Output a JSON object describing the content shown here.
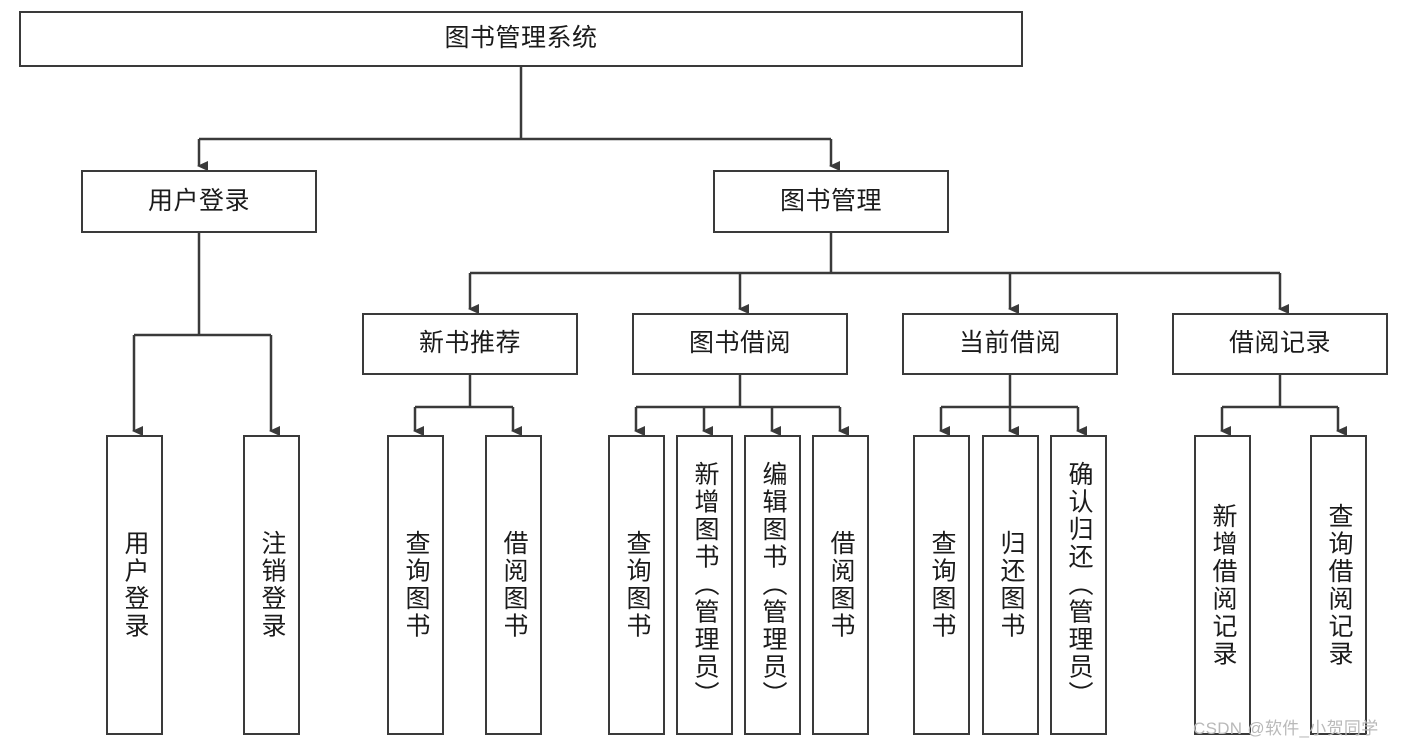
{
  "diagram": {
    "title": "图书管理系统",
    "type": "hierarchy-tree",
    "watermark": "CSDN @软件_小贺同学",
    "colors": {
      "box_border": "#3a3a3a",
      "box_fill": "#ffffff",
      "connector": "#3a3a3a",
      "text": "#1b1b1b",
      "watermark": "#b9b9b9",
      "background": "#ffffff"
    },
    "nodes": {
      "root": {
        "label": "图书管理系统"
      },
      "level1": [
        {
          "label": "用户登录"
        },
        {
          "label": "图书管理"
        }
      ],
      "level2": [
        {
          "label": "新书推荐"
        },
        {
          "label": "图书借阅"
        },
        {
          "label": "当前借阅"
        },
        {
          "label": "借阅记录"
        }
      ],
      "leaves": {
        "user_login": [
          {
            "label": "用户登录"
          },
          {
            "label": "注销登录"
          }
        ],
        "new_book_recommend": [
          {
            "label": "查询图书"
          },
          {
            "label": "借阅图书"
          }
        ],
        "book_borrow": [
          {
            "label": "查询图书"
          },
          {
            "label": "新增图书（管理员）"
          },
          {
            "label": "编辑图书（管理员）"
          },
          {
            "label": "借阅图书"
          }
        ],
        "current_borrow": [
          {
            "label": "查询图书"
          },
          {
            "label": "归还图书"
          },
          {
            "label": "确认归还（管理员）"
          }
        ],
        "borrow_record": [
          {
            "label": "新增借阅记录"
          },
          {
            "label": "查询借阅记录"
          }
        ]
      }
    }
  }
}
